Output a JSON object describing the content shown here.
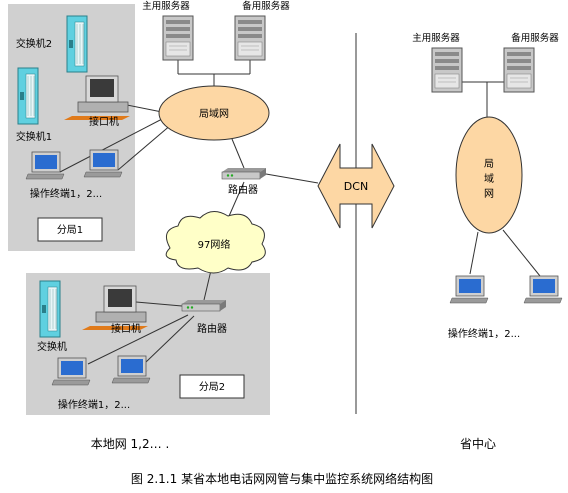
{
  "local": {
    "primary_server": "主用服务器",
    "backup_server": "备用服务器",
    "lan": "局域网",
    "router": "路由器",
    "net97": "97网络",
    "switch2": "交换机2",
    "switch1": "交换机1",
    "interface_machine": "接口机",
    "terminals": "操作终端1，2...",
    "branch1": "分局1",
    "switch": "交换机",
    "interface_machine2": "接口机",
    "router2": "路由器",
    "terminals2": "操作终端1，2...",
    "branch2": "分局2"
  },
  "dcn": "DCN",
  "province": {
    "primary_server": "主用服务器",
    "backup_server": "备用服务器",
    "lan_chars": [
      "局",
      "域",
      "网"
    ],
    "terminals": "操作终端1，2..."
  },
  "labels": {
    "local_network": "本地网 1,2… .",
    "province_center": "省中心",
    "caption": "图 2.1.1 某省本地电话网网管与集中监控系统网络结构图"
  },
  "colors": {
    "panel_gray": "#d0d0d0",
    "lan_fill": "#fdd7a4",
    "cloud_fill": "#ffffc8",
    "switch_cyan": "#5fd0e0",
    "monitor_blue": "#2a6cd0",
    "server_gray": "#c8c8c8"
  }
}
